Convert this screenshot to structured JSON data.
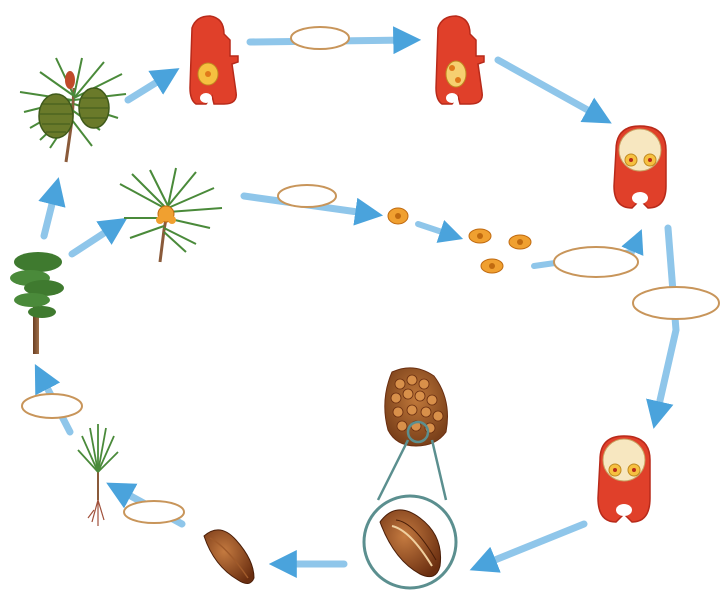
{
  "diagram": {
    "subject": "pine-life-cycle",
    "colors": {
      "arrow": "#5aaedf",
      "arrow_light": "#bfe0f4",
      "blank_stroke": "#c8955a",
      "blank_fill": "#ffffff",
      "ovule_red": "#e0402a",
      "ovule_dark": "#b82a1a",
      "pollen": "#f0a030",
      "pollen_dark": "#c06a10",
      "cone_brown": "#9a5a2a",
      "seed_brown": "#7a3a1a",
      "needle_green": "#3f7a2f",
      "trunk": "#8a5a3a",
      "magnifier": "#5b8f8f"
    },
    "blanks": [
      {
        "id": "blank-top",
        "text": ""
      },
      {
        "id": "blank-middle",
        "text": ""
      },
      {
        "id": "blank-right-lower",
        "text": ""
      },
      {
        "id": "blank-right",
        "text": ""
      },
      {
        "id": "blank-left",
        "text": ""
      },
      {
        "id": "blank-bottom-left",
        "text": ""
      }
    ],
    "icons": [
      "mature-branch-with-female-cones-icon",
      "ovule-with-megaspore-icon",
      "ovule-with-archegonia-icon",
      "fertilization-ovule-icon",
      "branch-with-male-cone-icon",
      "pollen-grain-icon",
      "germinating-pollen-icon",
      "embryo-in-ovule-icon",
      "mature-pine-tree-icon",
      "seedling-icon",
      "seed-cone-icon",
      "magnified-seed-icon",
      "winged-seed-icon"
    ]
  }
}
